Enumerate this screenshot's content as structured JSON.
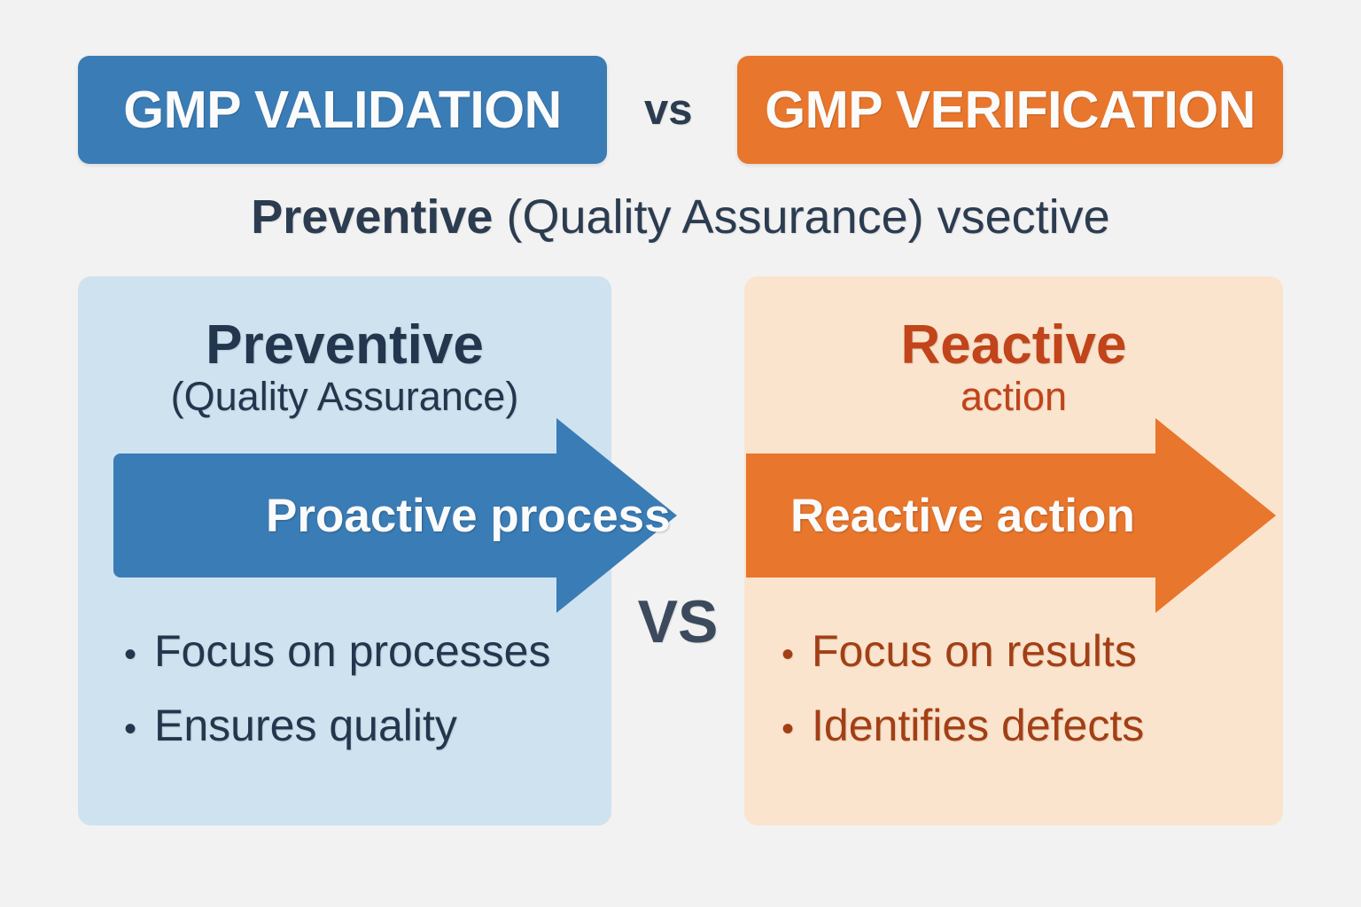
{
  "background_color": "#f2f2f2",
  "header": {
    "left_badge": {
      "label": "GMP VALIDATION",
      "color": "#3a7cb5",
      "text_color": "#fbfbfb"
    },
    "separator": "vs",
    "right_badge": {
      "label": "GMP VERIFICATION",
      "color": "#e8762c",
      "text_color": "#fbfbfb"
    }
  },
  "subtitle": {
    "bold_part": "Preventive",
    "rest_part": " (Quality Assurance) vsective",
    "color": "#2c3c50"
  },
  "center_divider": {
    "label": "VS",
    "color": "#3b4a5c"
  },
  "panels": [
    {
      "id": "validation",
      "background_color": "#cfe2f0",
      "heading_main": "Preventive",
      "heading_sub": "(Quality Assurance)",
      "heading_color": "#22374d",
      "arrow": {
        "label": "Proactive process",
        "color": "#3a7cb5",
        "text_color": "#fbfbfb"
      },
      "bullet_marker": "•",
      "bullets": [
        "Focus on processes",
        "Ensures quality"
      ],
      "bullet_color": "#22374d"
    },
    {
      "id": "verification",
      "background_color": "#fbe4cd",
      "heading_main": "Reactive",
      "heading_sub": "action",
      "heading_color": "#c1441a",
      "arrow": {
        "label": "Reactive action",
        "color": "#e8762c",
        "text_color": "#fbfbfb"
      },
      "bullet_marker": "•",
      "bullets": [
        "Focus on results",
        "Identifies defects"
      ],
      "bullet_color": "#a33f15"
    }
  ]
}
